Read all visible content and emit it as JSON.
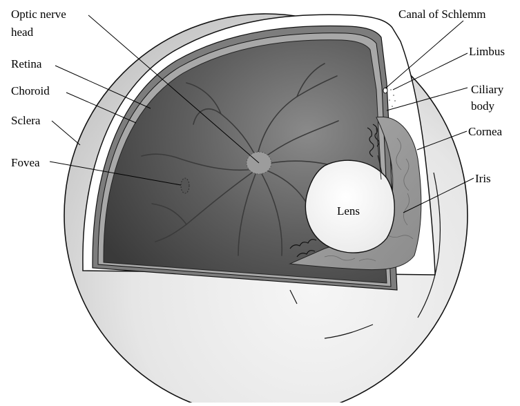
{
  "labels": {
    "optic_nerve_line1": "Optic nerve",
    "optic_nerve_line2": "head",
    "retina": "Retina",
    "choroid": "Choroid",
    "sclera": "Sclera",
    "fovea": "Fovea",
    "canal_of_schlemm": "Canal of Schlemm",
    "limbus": "Limbus",
    "ciliary_line1": "Ciliary",
    "ciliary_line2": "body",
    "cornea": "Cornea",
    "iris": "Iris",
    "lens": "Lens"
  }
}
